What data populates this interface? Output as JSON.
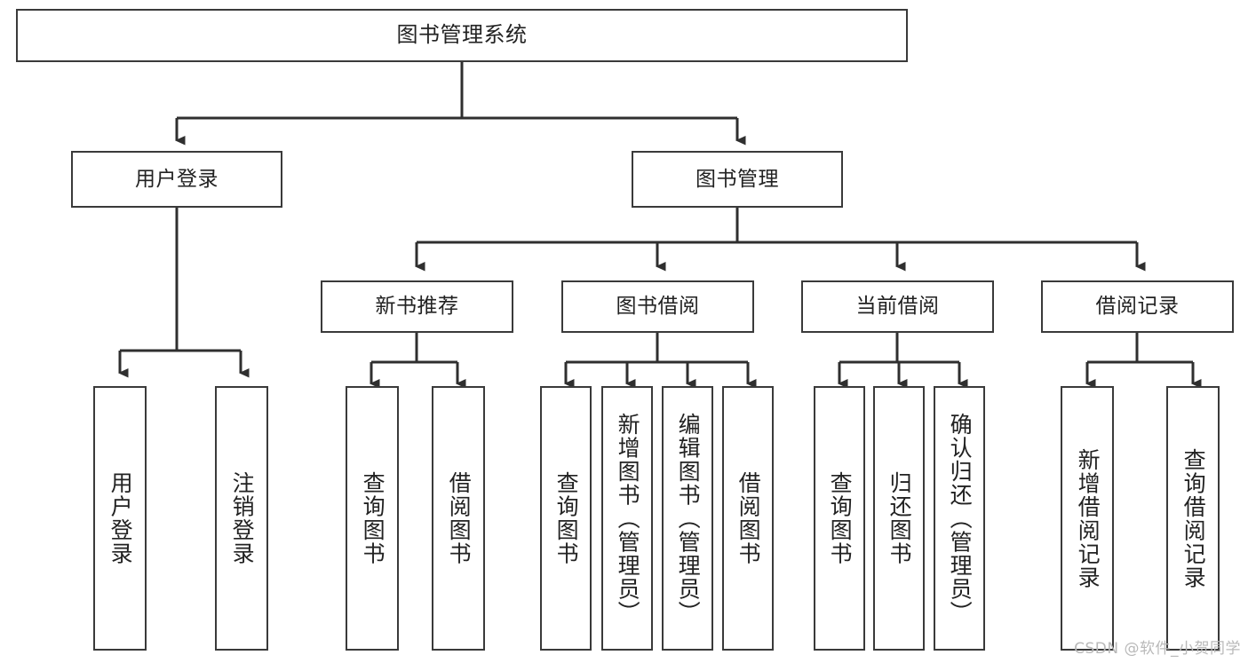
{
  "diagram": {
    "title": "图书管理系统",
    "type": "tree",
    "root": {
      "label": "图书管理系统"
    },
    "level2": [
      {
        "id": "user-login",
        "label": "用户登录"
      },
      {
        "id": "book-management",
        "label": "图书管理"
      }
    ],
    "level3": [
      {
        "id": "new-book-recommend",
        "label": "新书推荐"
      },
      {
        "id": "book-borrow",
        "label": "图书借阅"
      },
      {
        "id": "current-borrow",
        "label": "当前借阅"
      },
      {
        "id": "borrow-record",
        "label": "借阅记录"
      }
    ],
    "leaves": {
      "user_login": [
        {
          "id": "leaf-user-login",
          "label": "用户登录"
        },
        {
          "id": "leaf-logout",
          "label": "注销登录"
        }
      ],
      "new_book_recommend": [
        {
          "id": "leaf-query-book-1",
          "label": "查询图书"
        },
        {
          "id": "leaf-borrow-book-1",
          "label": "借阅图书"
        }
      ],
      "book_borrow": [
        {
          "id": "leaf-query-book-2",
          "label": "查询图书"
        },
        {
          "id": "leaf-add-book",
          "label": "新增图书（管理员）"
        },
        {
          "id": "leaf-edit-book",
          "label": "编辑图书（管理员）"
        },
        {
          "id": "leaf-borrow-book-2",
          "label": "借阅图书"
        }
      ],
      "current_borrow": [
        {
          "id": "leaf-query-book-3",
          "label": "查询图书"
        },
        {
          "id": "leaf-return-book",
          "label": "归还图书"
        },
        {
          "id": "leaf-confirm-return",
          "label": "确认归还（管理员）"
        }
      ],
      "borrow_record": [
        {
          "id": "leaf-add-record",
          "label": "新增借阅记录"
        },
        {
          "id": "leaf-query-record",
          "label": "查询借阅记录"
        }
      ]
    }
  },
  "watermark": {
    "text": "CSDN @软件_小贺同学"
  },
  "colors": {
    "box_border": "#3a3a3a",
    "box_fill": "#ffffff",
    "line": "#2f2f2f",
    "text": "#222222",
    "watermark": "#b9b9b9",
    "background": "#ffffff"
  }
}
